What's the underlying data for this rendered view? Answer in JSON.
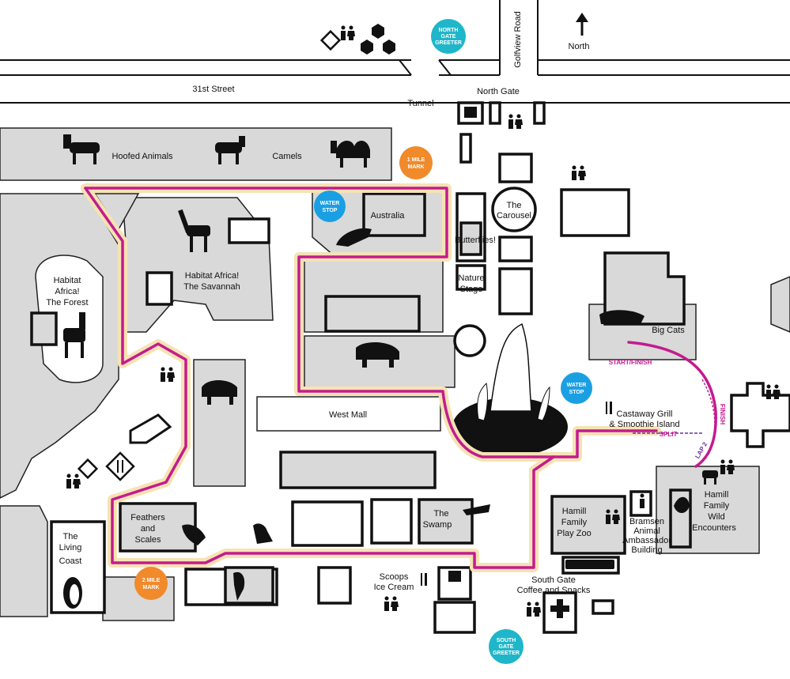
{
  "streets": {
    "thirty_first": "31st Street",
    "golfview": "Golfview Road",
    "north": "North",
    "north_gate": "North Gate",
    "tunnel": "Tunnel"
  },
  "areas": {
    "hoofed": "Hoofed Animals",
    "camels": "Camels",
    "savannah_1": "Habitat Africa!",
    "savannah_2": "The Savannah",
    "forest_1": "Habitat",
    "forest_2": "Africa!",
    "forest_3": "The Forest",
    "australia": "Australia",
    "carousel_1": "The",
    "carousel_2": "Carousel",
    "butterflies": "Butterflies!",
    "nature_1": "Nature",
    "nature_2": "Stage",
    "big_cats": "Big Cats",
    "west_mall": "West Mall",
    "castaway_1": "Castaway Grill",
    "castaway_2": "& Smoothie Island",
    "feathers_1": "Feathers",
    "feathers_2": "and",
    "feathers_3": "Scales",
    "swamp_1": "The",
    "swamp_2": "Swamp",
    "hamill_play_1": "Hamill",
    "hamill_play_2": "Family",
    "hamill_play_3": "Play Zoo",
    "bramsen_1": "Bramsen",
    "bramsen_2": "Animal",
    "bramsen_3": "Ambassador",
    "bramsen_4": "Building",
    "hamill_wild_1": "Hamill",
    "hamill_wild_2": "Family",
    "hamill_wild_3": "Wild",
    "hamill_wild_4": "Encounters",
    "living_1": "The",
    "living_2": "Living",
    "living_3": "Coast",
    "scoops_1": "Scoops",
    "scoops_2": "Ice Cream",
    "south_coffee_1": "South Gate",
    "south_coffee_2": "Coffee and Snacks"
  },
  "badges": {
    "north_greeter_1": "NORTH",
    "north_greeter_2": "GATE",
    "north_greeter_3": "GREETER",
    "south_greeter_1": "SOUTH",
    "south_greeter_2": "GATE",
    "south_greeter_3": "GREETER",
    "water": "WATER",
    "stop": "STOP",
    "mile1_a": "1 MILE",
    "mile1_b": "MARK",
    "mile2_a": "2 MILE",
    "mile2_b": "MARK"
  },
  "route": {
    "start_finish": "START/FINISH",
    "finish": "FINISH",
    "split": "SPLIT",
    "lap2": "LAP 2"
  },
  "colors": {
    "route": "#c41b8f",
    "route_glow": "#f6e3b4",
    "greeter": "#1fb6c9",
    "water_stop": "#1a9fe3",
    "mile_mark": "#f08a2b",
    "gray_area": "#d9d9d9"
  }
}
